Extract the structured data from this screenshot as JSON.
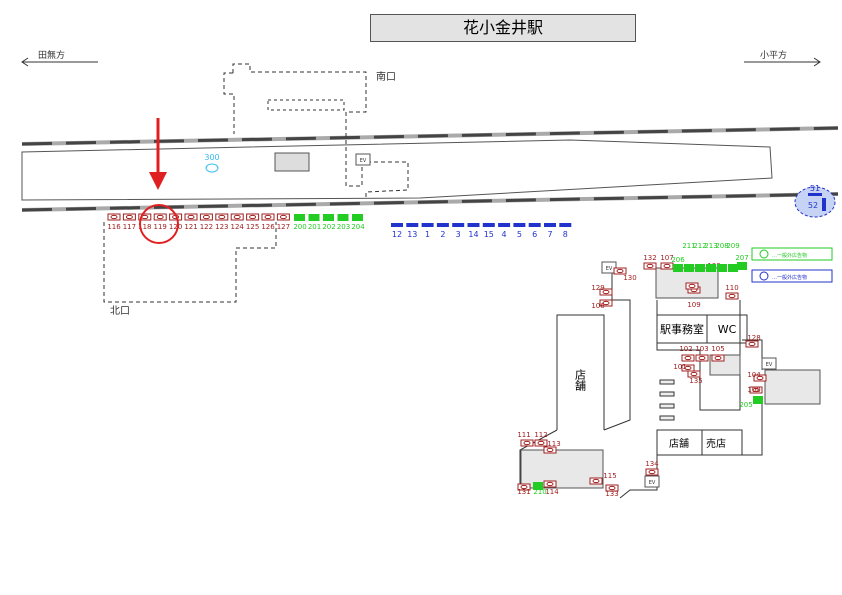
{
  "title": "花小金井駅",
  "directions": {
    "left": "田無方",
    "right": "小平方"
  },
  "exits": {
    "south": "南口",
    "north": "北口"
  },
  "facilities": {
    "office": "駅事務室",
    "wc": "WC",
    "shop_vertical": "店舗",
    "shop": "店舗",
    "kiosk": "売店",
    "elevator": "EV"
  },
  "legend": {
    "green": "…一般外広告物",
    "blue": "…一般外広告物"
  },
  "colors": {
    "marker_red": "#a02020",
    "marker_green": "#22cc22",
    "marker_blue": "#2233cc",
    "highlight": "#e02020",
    "cyan": "#33bbee"
  },
  "spots": {
    "platform_red": [
      "116",
      "117",
      "118",
      "119",
      "120",
      "121",
      "122",
      "123",
      "124",
      "125",
      "126",
      "127"
    ],
    "platform_green": [
      "200",
      "201",
      "202",
      "203",
      "204"
    ],
    "platform_blue": [
      "12",
      "13",
      "1",
      "2",
      "3",
      "14",
      "15",
      "4",
      "5",
      "6",
      "7",
      "8"
    ],
    "ad_300": "300",
    "ad_51": "51",
    "ad_52": "52",
    "concourse_red": [
      "132",
      "107",
      "130",
      "129",
      "106",
      "109",
      "110",
      "128",
      "102",
      "103",
      "105",
      "101",
      "108",
      "135",
      "104",
      "100",
      "134",
      "111",
      "112",
      "113",
      "115",
      "131",
      "114",
      "133"
    ],
    "concourse_green": [
      "206",
      "211",
      "212",
      "213",
      "208",
      "209",
      "207",
      "205",
      "210"
    ]
  }
}
